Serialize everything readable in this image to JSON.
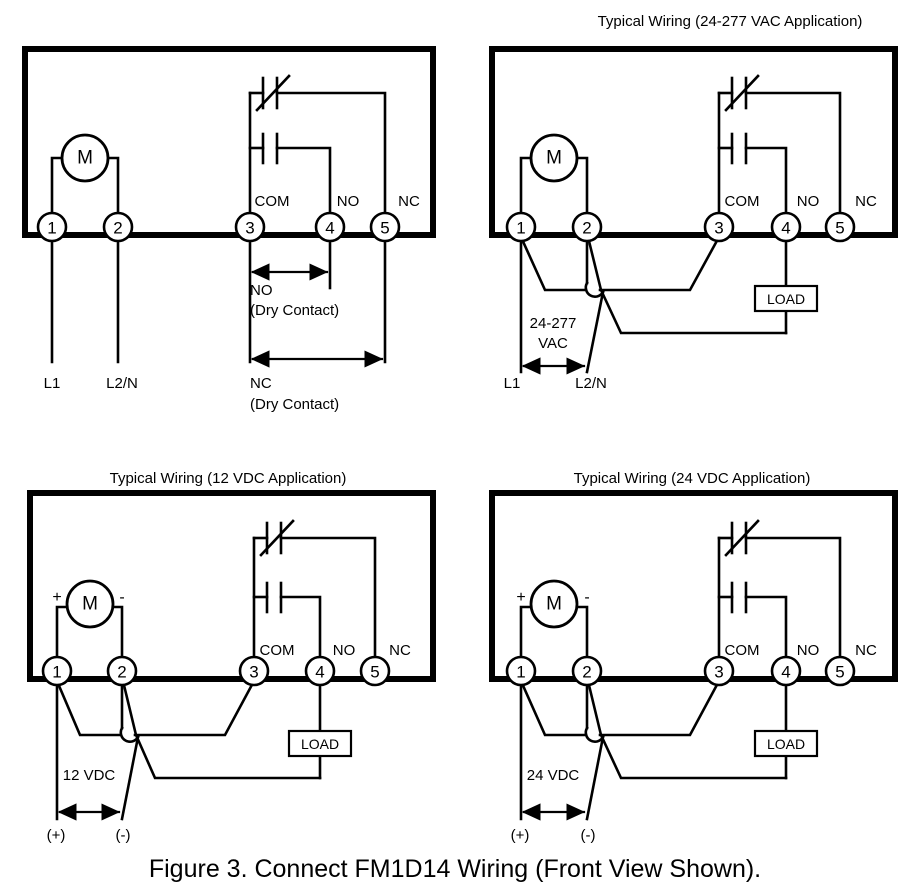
{
  "figure": {
    "caption": "Figure 3. Connect FM1D14 Wiring (Front View Shown)."
  },
  "labels": {
    "motor": "M",
    "load": "LOAD",
    "plus": "+",
    "minus": "-",
    "com": "COM",
    "no": "NO",
    "nc": "NC",
    "terminal_1": "1",
    "terminal_2": "2",
    "terminal_3": "3",
    "terminal_4": "4",
    "terminal_5": "5"
  },
  "colors": {
    "ink": "#000000",
    "paper": "#ffffff"
  },
  "panels": [
    {
      "id": "dry-contact",
      "title": "",
      "has_title": false,
      "motor_polarity": false,
      "terminals": [
        {
          "number": "1",
          "label": ""
        },
        {
          "number": "2",
          "label": ""
        },
        {
          "number": "3",
          "label": "COM"
        },
        {
          "number": "4",
          "label": "NO"
        },
        {
          "number": "5",
          "label": "NC"
        }
      ],
      "lead_labels": [
        {
          "text": "L1"
        },
        {
          "text": "L2/N"
        }
      ],
      "annotations": [
        {
          "line1": "NO",
          "line2": "(Dry Contact)"
        },
        {
          "line1": "NC",
          "line2": "(Dry Contact)"
        }
      ],
      "supply_label": "",
      "has_load": false
    },
    {
      "id": "vac-24-277",
      "title": "Typical Wiring (24-277 VAC Application)",
      "has_title": true,
      "motor_polarity": false,
      "terminals": [
        {
          "number": "1",
          "label": ""
        },
        {
          "number": "2",
          "label": ""
        },
        {
          "number": "3",
          "label": "COM"
        },
        {
          "number": "4",
          "label": "NO"
        },
        {
          "number": "5",
          "label": "NC"
        }
      ],
      "lead_labels": [
        {
          "text": "L1"
        },
        {
          "text": "L2/N"
        }
      ],
      "supply_label_line1": "24-277",
      "supply_label_line2": "VAC",
      "has_load": true,
      "load_label": "LOAD"
    },
    {
      "id": "vdc-12",
      "title": "Typical Wiring (12 VDC Application)",
      "has_title": true,
      "motor_polarity": true,
      "terminals": [
        {
          "number": "1",
          "label": ""
        },
        {
          "number": "2",
          "label": ""
        },
        {
          "number": "3",
          "label": "COM"
        },
        {
          "number": "4",
          "label": "NO"
        },
        {
          "number": "5",
          "label": "NC"
        }
      ],
      "lead_labels": [
        {
          "text": "(+)"
        },
        {
          "text": "(-)"
        }
      ],
      "supply_label_line1": "12 VDC",
      "supply_label_line2": "",
      "has_load": true,
      "load_label": "LOAD"
    },
    {
      "id": "vdc-24",
      "title": "Typical Wiring (24 VDC Application)",
      "has_title": true,
      "motor_polarity": true,
      "terminals": [
        {
          "number": "1",
          "label": ""
        },
        {
          "number": "2",
          "label": ""
        },
        {
          "number": "3",
          "label": "COM"
        },
        {
          "number": "4",
          "label": "NO"
        },
        {
          "number": "5",
          "label": "NC"
        }
      ],
      "lead_labels": [
        {
          "text": "(+)"
        },
        {
          "text": "(-)"
        }
      ],
      "supply_label_line1": "24 VDC",
      "supply_label_line2": "",
      "has_load": true,
      "load_label": "LOAD"
    }
  ]
}
